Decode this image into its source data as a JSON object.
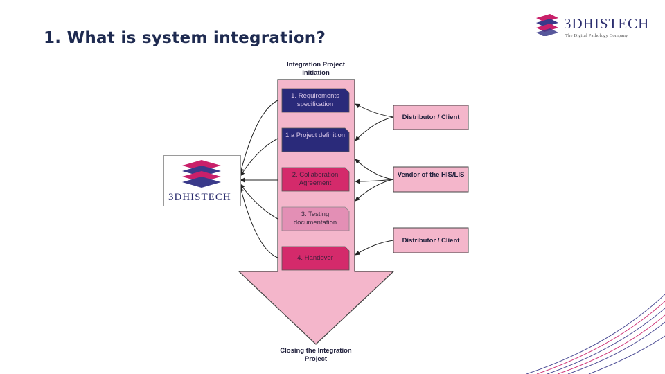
{
  "slide": {
    "title": "1. What is system integration?"
  },
  "brand": {
    "name": "3DHISTECH",
    "tagline": "The Digital Pathology Company"
  },
  "diagram": {
    "start_label": "Integration Project Initiation",
    "end_label": "Closing the Integration Project",
    "phases": [
      {
        "label": "1. Requirements specification",
        "color": "#2a2a7a"
      },
      {
        "label": "1.a Project definition",
        "color": "#2a2a7a"
      },
      {
        "label": "2. Collaboration Agreement",
        "color": "#d42a6b"
      },
      {
        "label": "3. Testing documentation",
        "color": "#e38fb5"
      },
      {
        "label": "4. Handover",
        "color": "#d42a6b"
      }
    ],
    "parties": [
      {
        "label": "Distributor / Client"
      },
      {
        "label": "Vendor of the HIS/LIS"
      },
      {
        "label": "Distributor / Client"
      }
    ],
    "logo_text": "3DHISTECH",
    "arrow_fill": "#f4b6cb"
  }
}
